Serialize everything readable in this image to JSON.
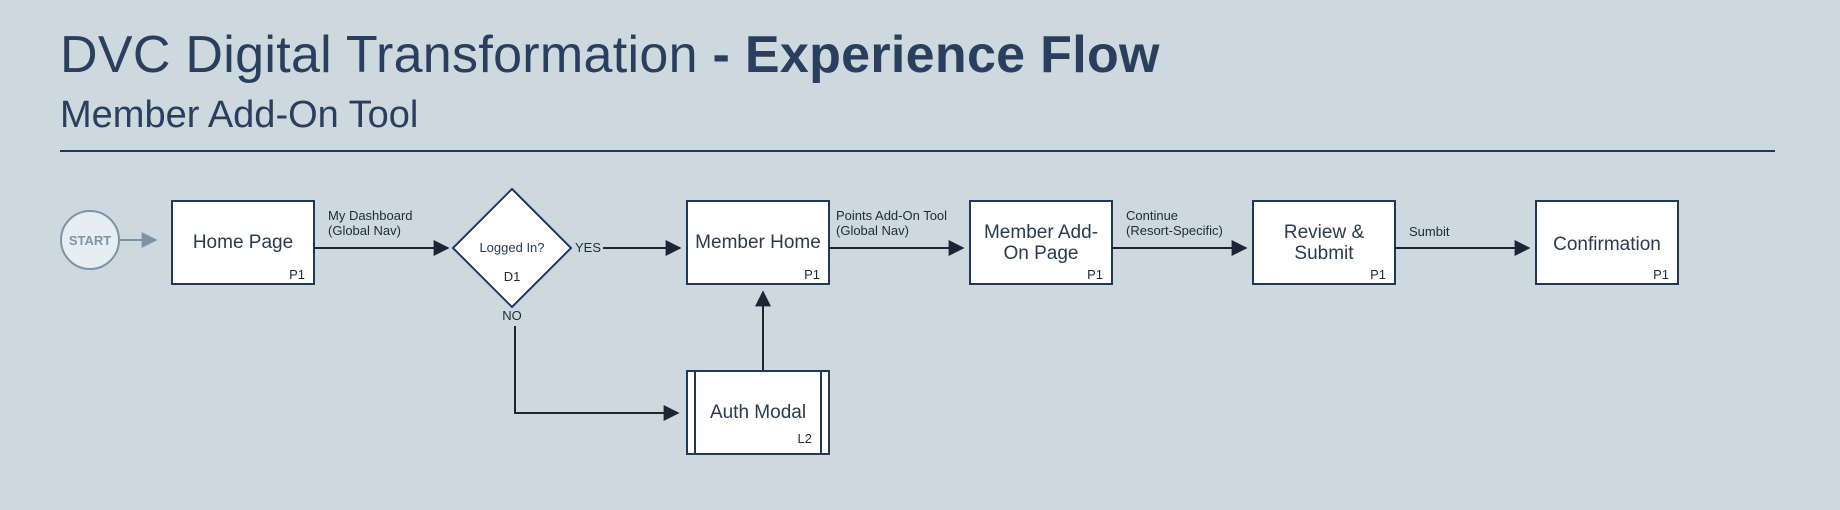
{
  "header": {
    "title_regular": "DVC Digital Transformation ",
    "title_bold": "- Experience Flow",
    "subtitle": "Member Add-On Tool"
  },
  "flow": {
    "start": "START",
    "nodes": {
      "home": {
        "line1": "Home Page",
        "line2": "",
        "badge": "P1"
      },
      "decision": {
        "label": "Logged In?",
        "code": "D1"
      },
      "member_home": {
        "line1": "Member Home",
        "line2": "",
        "badge": "P1"
      },
      "addon": {
        "line1": "Member Add-",
        "line2": "On Page",
        "badge": "P1"
      },
      "review": {
        "line1": "Review &",
        "line2": "Submit",
        "badge": "P1"
      },
      "confirm": {
        "line1": "Confirmation",
        "line2": "",
        "badge": "P1"
      },
      "auth": {
        "line1": "Auth Modal",
        "badge": "L2"
      }
    },
    "edges": {
      "home_to_decision": {
        "line1": "My Dashboard",
        "line2": "(Global Nav)"
      },
      "yes": "YES",
      "no": "NO",
      "member_to_addon": {
        "line1": "Points Add-On Tool",
        "line2": "(Global Nav)"
      },
      "addon_to_review": {
        "line1": "Continue",
        "line2": "(Resort-Specific)"
      },
      "review_to_confirm": "Sumbit"
    }
  },
  "colors": {
    "background": "#cdd8df",
    "ink": "#22385a",
    "start_fill": "#e7eef2",
    "start_stroke": "#7f93a6"
  }
}
